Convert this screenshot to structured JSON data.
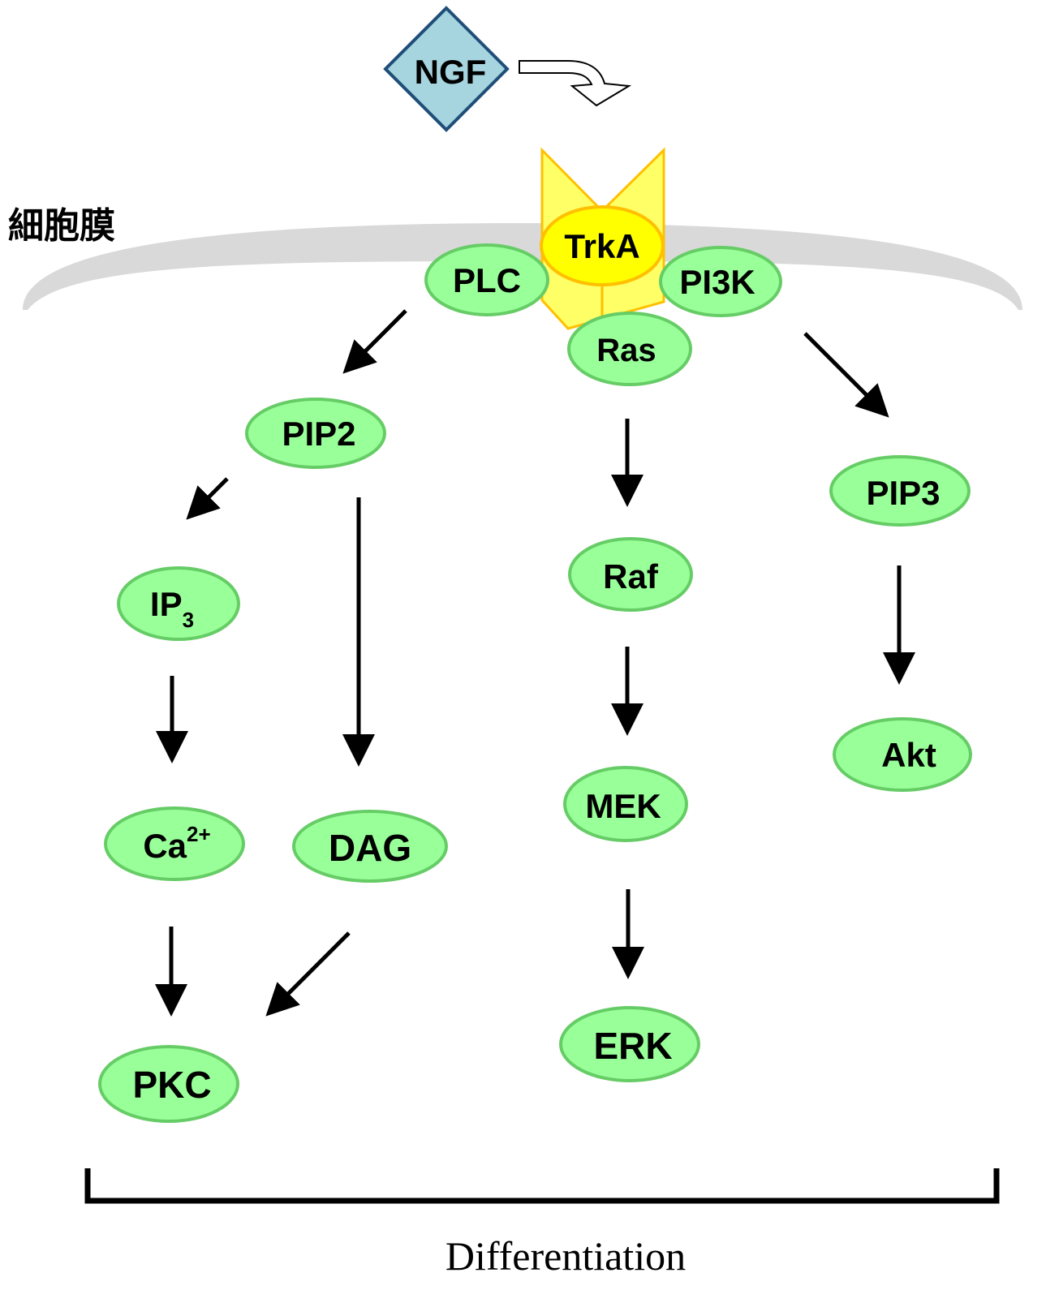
{
  "membrane": {
    "label": "細胞膜",
    "color": "#d9d9d9"
  },
  "ligand": {
    "label": "NGF",
    "fill": "#a6d5e0",
    "stroke": "#1f4e79"
  },
  "receptor": {
    "label": "TrkA",
    "fill": "#ffff66",
    "ellipse_fill": "#ffff00",
    "stroke": "#ffc000"
  },
  "node_style": {
    "fill": "#99ff99",
    "stroke": "#66cc66"
  },
  "nodes": {
    "plc": "PLC",
    "pi3k": "PI3K",
    "ras": "Ras",
    "pip2": "PIP2",
    "ip3": {
      "base": "IP",
      "sub": "3"
    },
    "ca": {
      "base": "Ca",
      "sup": "2+"
    },
    "dag": "DAG",
    "pkc": "PKC",
    "raf": "Raf",
    "mek": "MEK",
    "erk": "ERK",
    "pip3": "PIP3",
    "akt": "Akt"
  },
  "outcome": {
    "label": "Differentiation"
  }
}
